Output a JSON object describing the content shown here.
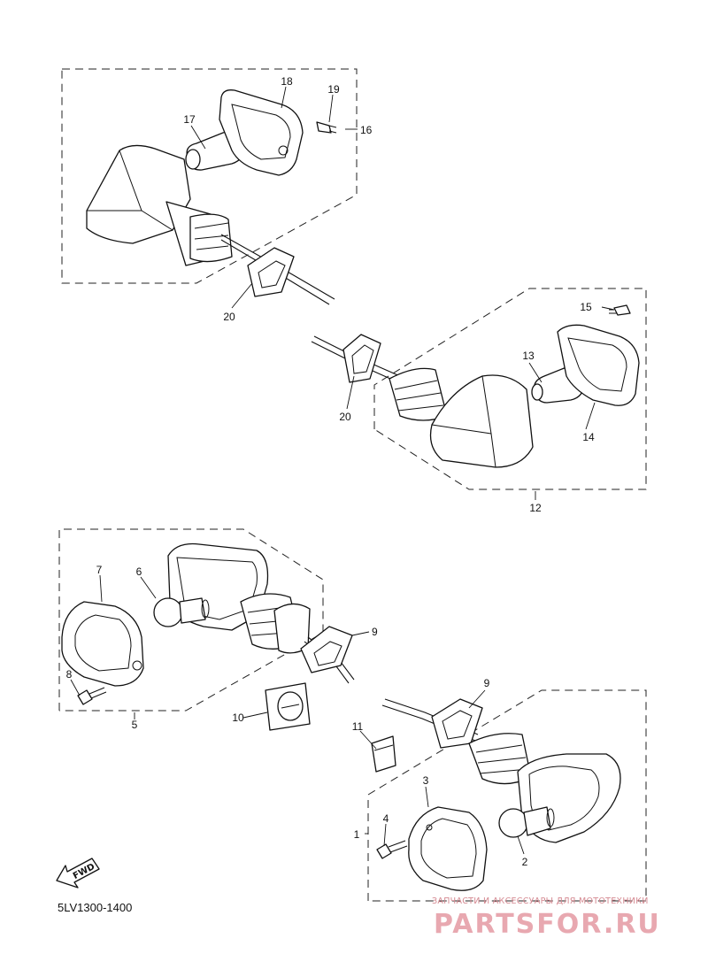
{
  "callouts": {
    "c1": "1",
    "c2": "2",
    "c3": "3",
    "c4": "4",
    "c5": "5",
    "c6": "6",
    "c7": "7",
    "c8": "8",
    "c9a": "9",
    "c9b": "9",
    "c10": "10",
    "c11": "11",
    "c12": "12",
    "c13": "13",
    "c14": "14",
    "c15": "15",
    "c16": "16",
    "c17": "17",
    "c18": "18",
    "c19": "19",
    "c20a": "20",
    "c20b": "20"
  },
  "direction_label": "FWD",
  "diagram_code": "5LV1300-1400",
  "watermark": {
    "tagline": "ЗАПЧАСТИ И АКСЕССУАРЫ ДЛЯ МОТОТЕХНИКИ",
    "brand": "PARTSFOR.RU"
  }
}
